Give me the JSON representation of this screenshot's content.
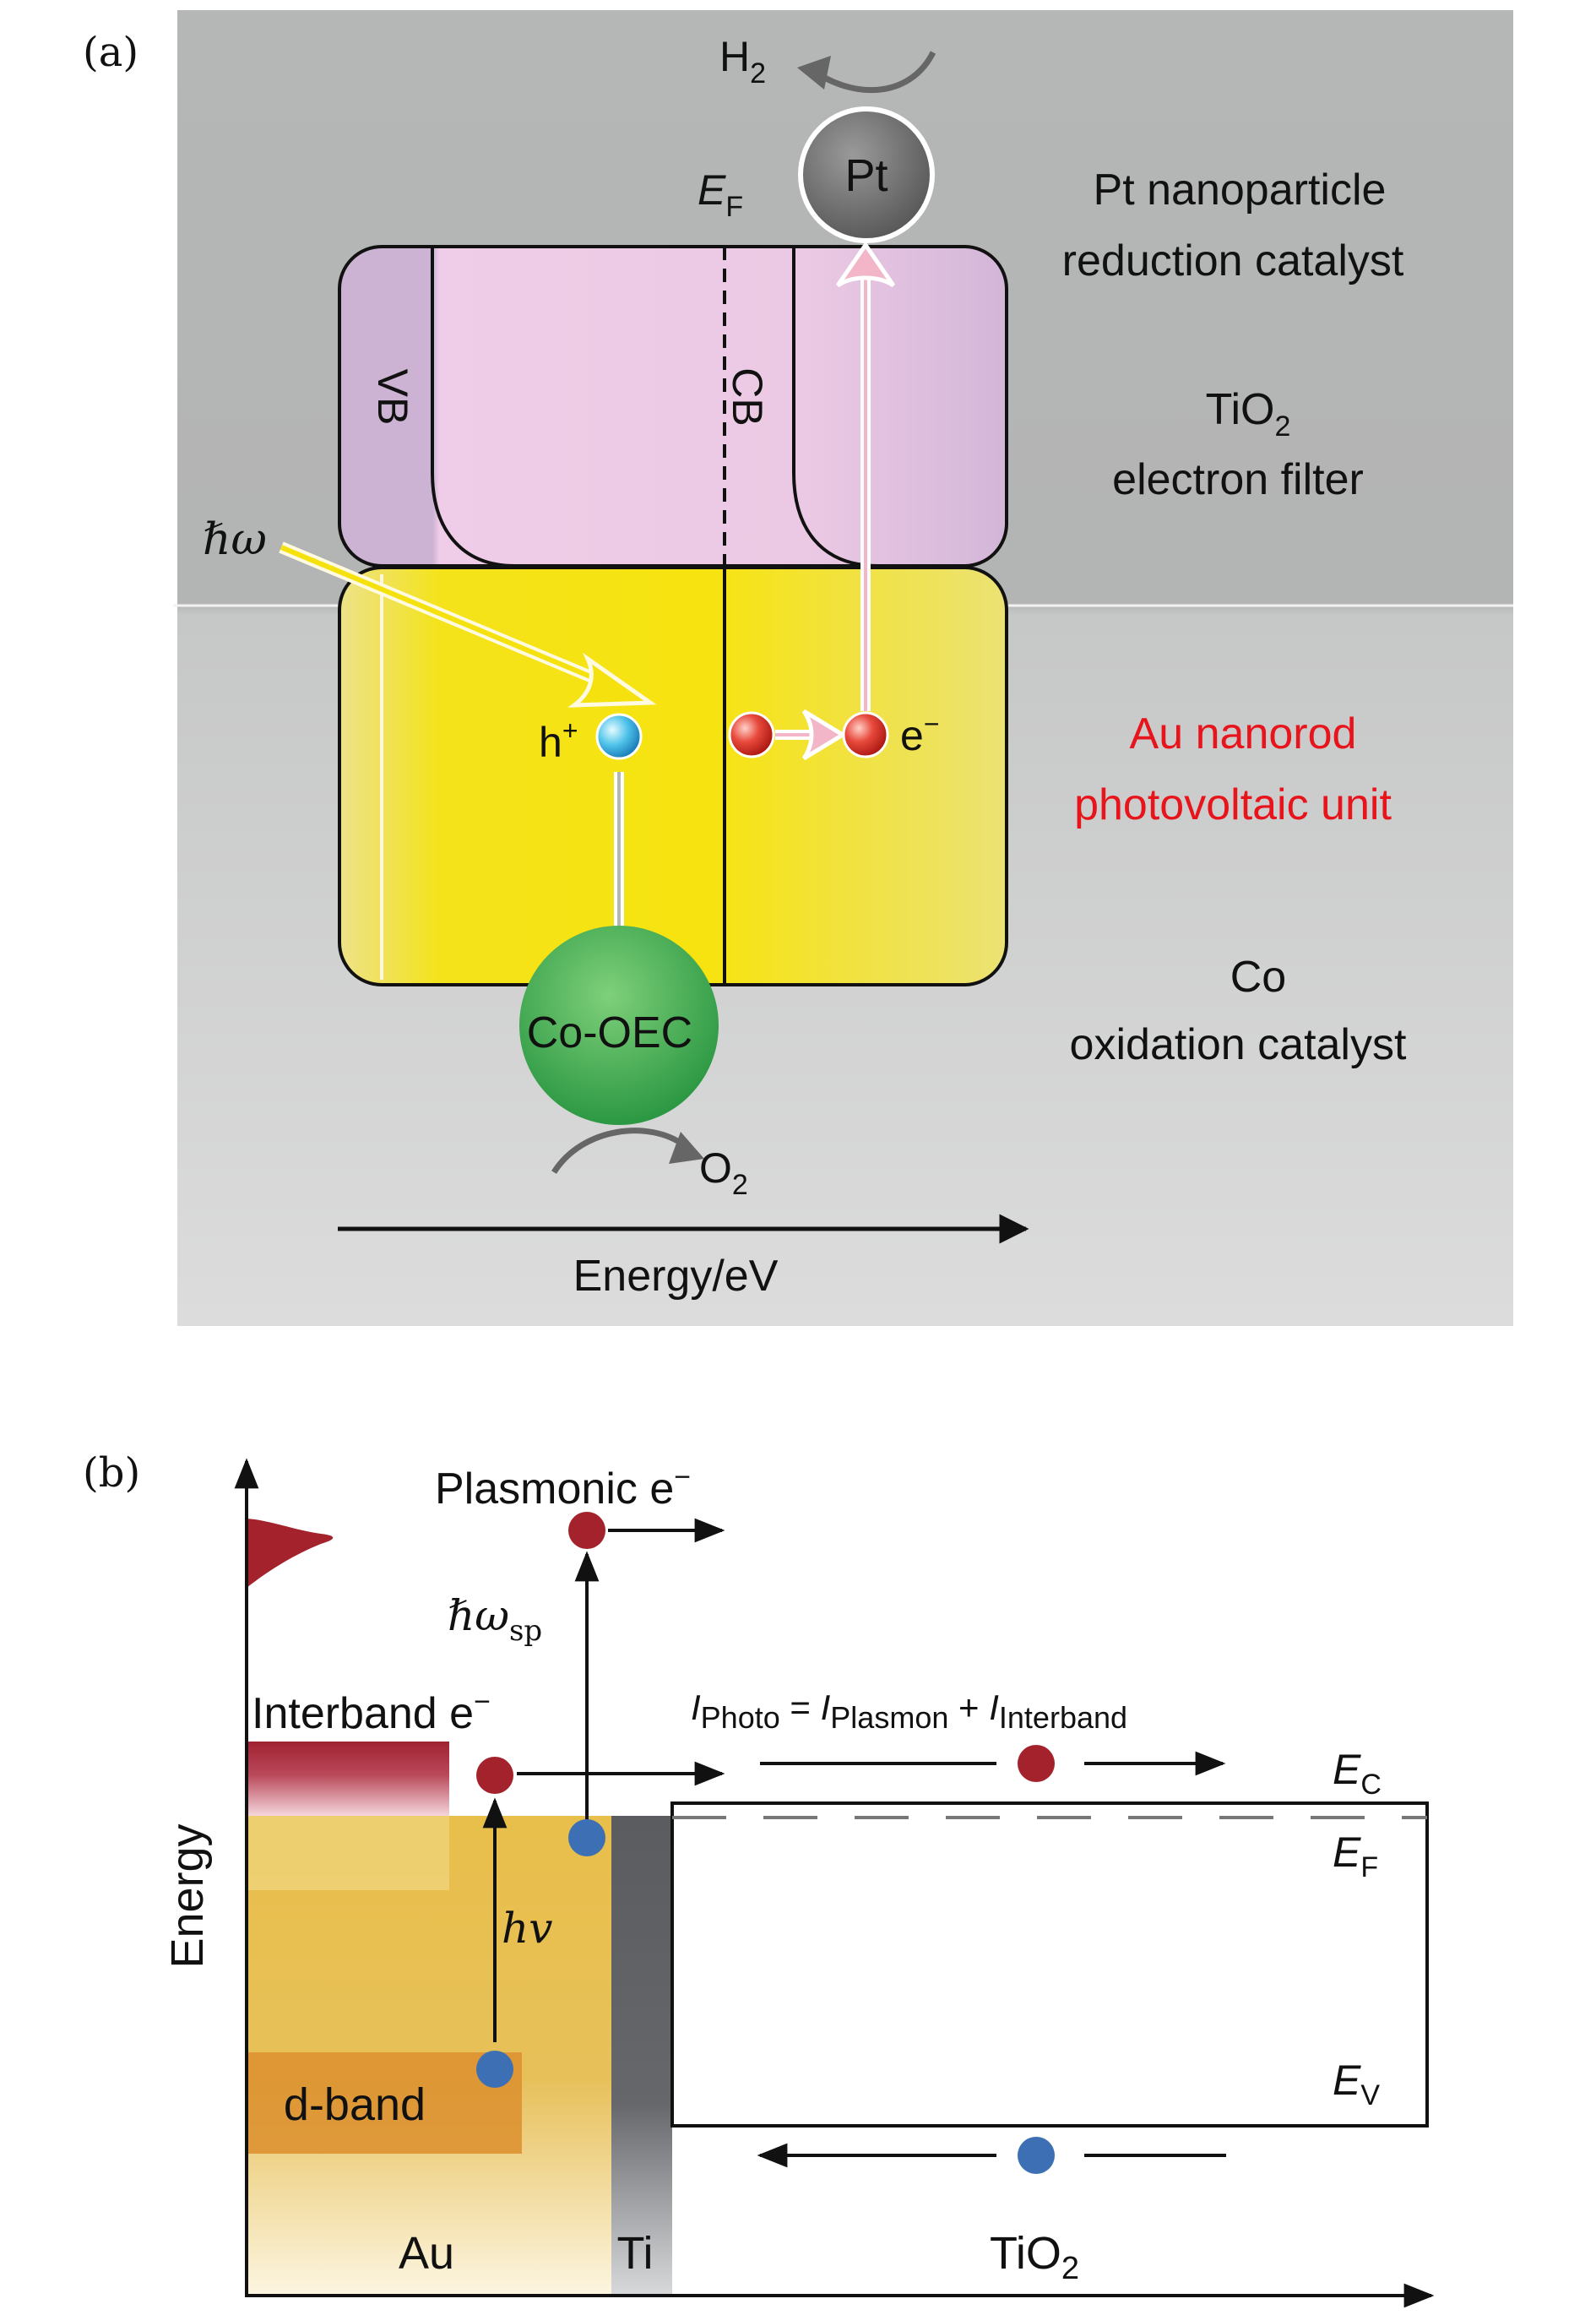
{
  "panel_a": {
    "label": "(a)",
    "h2": "H",
    "h2_sub": "2",
    "pt": "Pt",
    "ef_main": "E",
    "ef_sub": "F",
    "vb": "VB",
    "cb": "CB",
    "hbar_omega": "ℏω",
    "h_plus": "h",
    "h_plus_sup": "+",
    "e_minus": "e",
    "e_minus_sup": "−",
    "co_oec": "Co-OEC",
    "o2": "O",
    "o2_sub": "2",
    "energy_axis": "Energy/eV",
    "pt_label_line1": "Pt nanoparticle",
    "pt_label_line2": "reduction catalyst",
    "tio2_line1_main": "TiO",
    "tio2_line1_sub": "2",
    "tio2_line2": "electron filter",
    "au_line1": "Au nanorod",
    "au_line2": "photovoltaic unit",
    "co_line1": "Co",
    "co_line2": "oxidation catalyst",
    "colors": {
      "au_label": "#e8141c",
      "tio2_fill": "#e8c8e0",
      "au_fill": "#f6e10e",
      "pt_fill": "#808080",
      "co_fill": "#3fb14a",
      "pink_arrow": "#f2b6c8"
    }
  },
  "panel_b": {
    "label": "(b)",
    "plasmonic": "Plasmonic e",
    "plasmonic_sup": "−",
    "hbar_omega_sp": "ℏω",
    "hbar_omega_sp_sub": "sp",
    "interband": "Interband e",
    "interband_sup": "−",
    "i_photo": "I",
    "i_photo_sub": "Photo",
    "equals": " = ",
    "i_plasmon": "I",
    "i_plasmon_sub": "Plasmon",
    "plus": " + ",
    "i_interband": "I",
    "i_interband_sub": "Interband",
    "ec": "E",
    "ec_sub": "C",
    "ef": "E",
    "ef_sub": "F",
    "ev": "E",
    "ev_sub": "V",
    "energy_axis": "Energy",
    "hv": "hv",
    "d_band": "d-band",
    "au": "Au",
    "ti": "Ti",
    "tio2_main": "TiO",
    "tio2_sub": "2",
    "colors": {
      "electron": "#a3222b",
      "hole": "#3d6fb5",
      "au_band": "#e8bf4a",
      "ti_band": "#5d5f63",
      "d_band": "#dc8f2e"
    }
  }
}
